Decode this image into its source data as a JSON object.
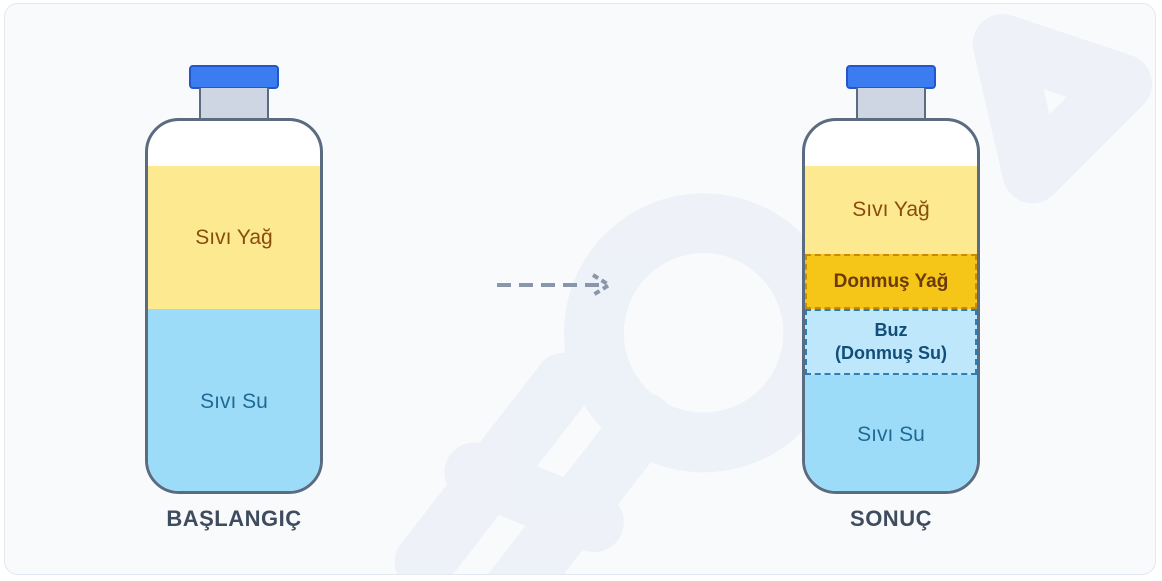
{
  "left_bottle": {
    "oil_label": "Sıvı Yağ",
    "water_label": "Sıvı Su",
    "caption": "BAŞLANGIÇ"
  },
  "right_bottle": {
    "oil_label": "Sıvı Yağ",
    "frozen_oil_label": "Donmuş Yağ",
    "ice_label_line1": "Buz",
    "ice_label_line2": "(Donmuş Su)",
    "water_label": "Sıvı Su",
    "caption": "SONUÇ"
  },
  "colors": {
    "cap": "#3b7cf0",
    "oil": "#fde98f",
    "frozen_oil": "#f5c518",
    "ice": "#bfe7fb",
    "water": "#9ddcf8",
    "outline": "#5b6b80"
  }
}
